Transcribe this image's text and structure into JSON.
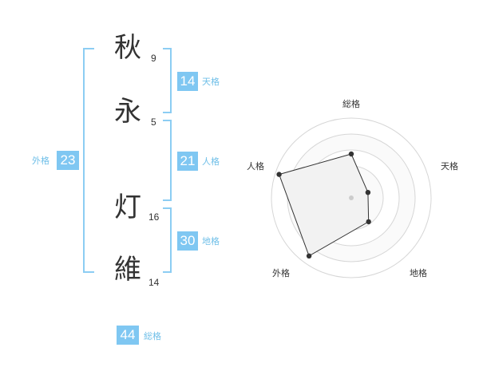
{
  "name_chars": [
    {
      "char": "秋",
      "strokes": "9"
    },
    {
      "char": "永",
      "strokes": "5"
    },
    {
      "char": "灯",
      "strokes": "16"
    },
    {
      "char": "維",
      "strokes": "14"
    }
  ],
  "scores": {
    "tenkaku": {
      "value": "14",
      "label": "天格"
    },
    "jinkaku": {
      "value": "21",
      "label": "人格"
    },
    "chikaku": {
      "value": "30",
      "label": "地格"
    },
    "gaikaku": {
      "value": "23",
      "label": "外格"
    },
    "soukaku": {
      "value": "44",
      "label": "総格"
    }
  },
  "colors": {
    "accent": "#7fc7f2",
    "bracket": "#8ccdf3",
    "radar_fill": "#f2f2f2"
  },
  "chart_data": {
    "type": "radar",
    "axes": [
      "総格",
      "天格",
      "地格",
      "外格",
      "人格"
    ],
    "values": [
      0.55,
      0.22,
      0.37,
      0.9,
      0.95
    ],
    "rings": 5
  }
}
